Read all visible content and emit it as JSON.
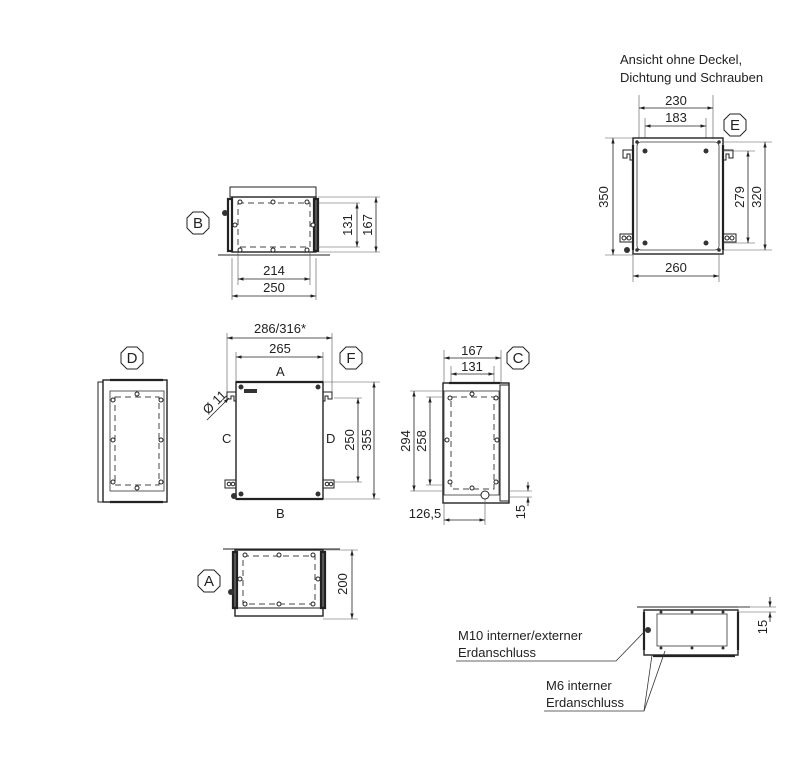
{
  "drawing": {
    "note_title_line1": "Ansicht ohne Deckel,",
    "note_title_line2": "Dichtung und Schrauben",
    "views": {
      "E": {
        "label": "E",
        "dims": {
          "width_outer": "230",
          "width_holes": "183",
          "height_total": "350",
          "height_holes": "279",
          "height_mount": "320",
          "width_base": "260"
        }
      },
      "B": {
        "label": "B",
        "dims": {
          "depth_inner": "131",
          "depth_outer": "167",
          "width_inner": "214",
          "width_outer": "250"
        }
      },
      "F": {
        "label": "F",
        "dims": {
          "width_mount": "286/316*",
          "width_body": "265",
          "height_mount": "250",
          "height_body": "355",
          "hole_diameter": "Ø 11"
        },
        "side_labels": {
          "top": "A",
          "bottom": "B",
          "left": "C",
          "right": "D"
        }
      },
      "D": {
        "label": "D"
      },
      "C": {
        "label": "C",
        "dims": {
          "width_outer": "167",
          "width_inner": "131",
          "height_outer": "294",
          "height_inner": "258",
          "offset": "126,5",
          "flange": "15"
        }
      },
      "A": {
        "label": "A",
        "dims": {
          "height": "200"
        }
      },
      "detail": {
        "dims": {
          "flange": "15"
        },
        "callouts": {
          "m10_line1": "M10 interner/externer",
          "m10_line2": "Erdanschluss",
          "m6_line1": "M6 interner",
          "m6_line2": "Erdanschluss"
        }
      }
    }
  }
}
